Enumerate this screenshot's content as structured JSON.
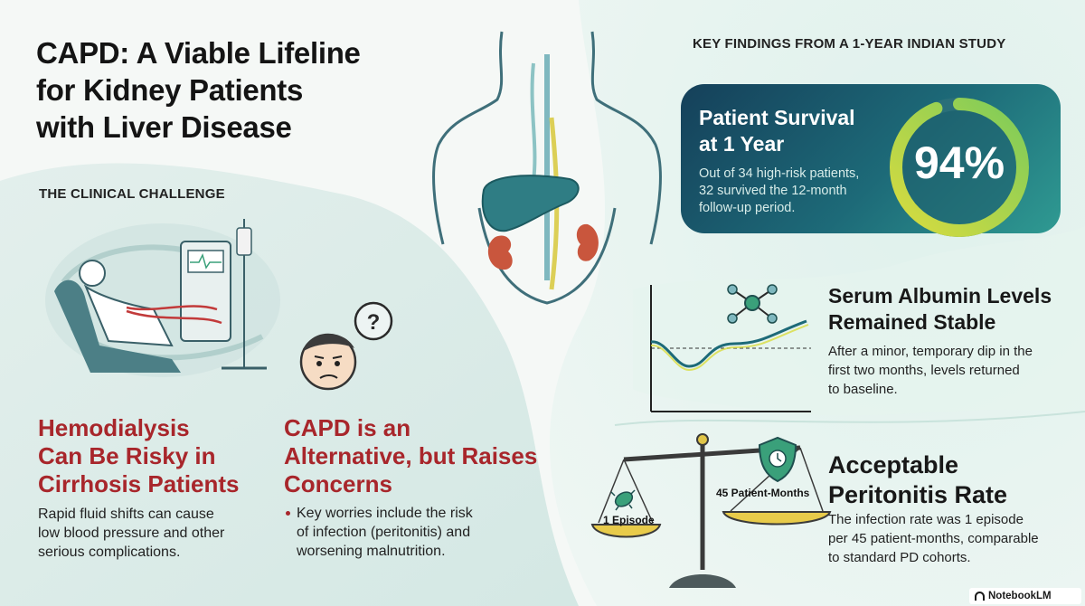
{
  "title_lines": [
    "CAPD: A Viable Lifeline",
    "for Kidney Patients",
    "with Liver Disease"
  ],
  "left": {
    "section_label": "THE CLINICAL CHALLENGE",
    "hemodialysis": {
      "heading_lines": [
        "Hemodialysis",
        "Can Be Risky in",
        "Cirrhosis Patients"
      ],
      "body_lines": [
        "Rapid fluid shifts can cause",
        "low blood pressure and other",
        "serious complications."
      ]
    },
    "capd": {
      "heading_lines": [
        "CAPD is an",
        "Alternative, but Raises",
        "Concerns"
      ],
      "bullet_lines": [
        "Key worries include the risk",
        "of infection (peritonitis) and",
        "worsening malnutrition."
      ]
    }
  },
  "right": {
    "section_label": "KEY FINDINGS FROM A 1-YEAR INDIAN STUDY",
    "survival": {
      "heading_lines": [
        "Patient Survival",
        "at 1 Year"
      ],
      "body_lines": [
        "Out of 34 high-risk patients,",
        "32 survived the 12-month",
        "follow-up period."
      ],
      "percent_label": "94%",
      "percent_value": 94
    },
    "albumin": {
      "heading_lines": [
        "Serum Albumin Levels",
        "Remained Stable"
      ],
      "body_lines": [
        "After a minor, temporary dip in the",
        "first two months, levels returned",
        "to baseline."
      ]
    },
    "peritonitis": {
      "heading_lines": [
        "Acceptable",
        "Peritonitis Rate"
      ],
      "body_lines": [
        "The infection rate was 1 episode",
        "per 45 patient-months, comparable",
        "to standard PD cohorts."
      ],
      "left_pan_label": "1 Episode",
      "right_pan_label": "45 Patient-Months"
    }
  },
  "logo_text": "NotebookLM",
  "colors": {
    "accent_red": "#a8262b",
    "card_dark": "#15405a",
    "card_teal": "#2f9a92",
    "ring_green": "#7ccb5a",
    "ring_yellow": "#d9dc3f",
    "liver": "#2f7d84",
    "kidney": "#c9563d",
    "body_outline": "#3f6f7a"
  },
  "icons": [
    "torso-icon",
    "liver-icon",
    "kidney-icon",
    "dialysis-machine-icon",
    "worried-face-icon",
    "question-mark-icon",
    "molecule-icon",
    "shield-clock-icon",
    "bacteria-icon",
    "balance-scale-icon"
  ]
}
